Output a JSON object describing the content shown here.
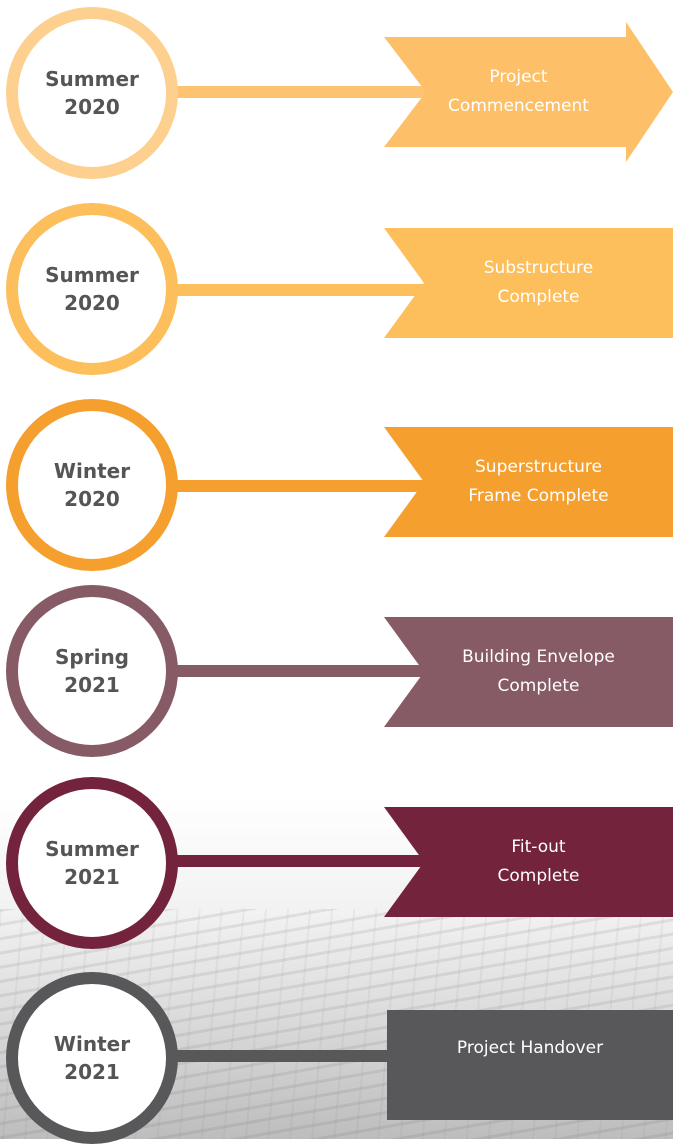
{
  "colors": {
    "m1": "#FDD08F",
    "m2": "#FDBE5C",
    "m3": "#F5A02E",
    "m4": "#875B66",
    "m5": "#74233D",
    "m6": "#58585A",
    "m1_banner_text": "#FFFFFF",
    "m2_banner_text": "#FFFFFF"
  },
  "milestones": [
    {
      "season": "Summer",
      "year": "2020",
      "label_line1": "Project",
      "label_line2": "Commencement"
    },
    {
      "season": "Summer",
      "year": "2020",
      "label_line1": "Substructure",
      "label_line2": "Complete"
    },
    {
      "season": "Winter",
      "year": "2020",
      "label_line1": "Superstructure",
      "label_line2": "Frame Complete"
    },
    {
      "season": "Spring",
      "year": "2021",
      "label_line1": "Building Envelope",
      "label_line2": "Complete"
    },
    {
      "season": "Summer",
      "year": "2021",
      "label_line1": "Fit-out",
      "label_line2": "Complete"
    },
    {
      "season": "Winter",
      "year": "2021",
      "label_line1": "Project Handover",
      "label_line2": ""
    }
  ]
}
